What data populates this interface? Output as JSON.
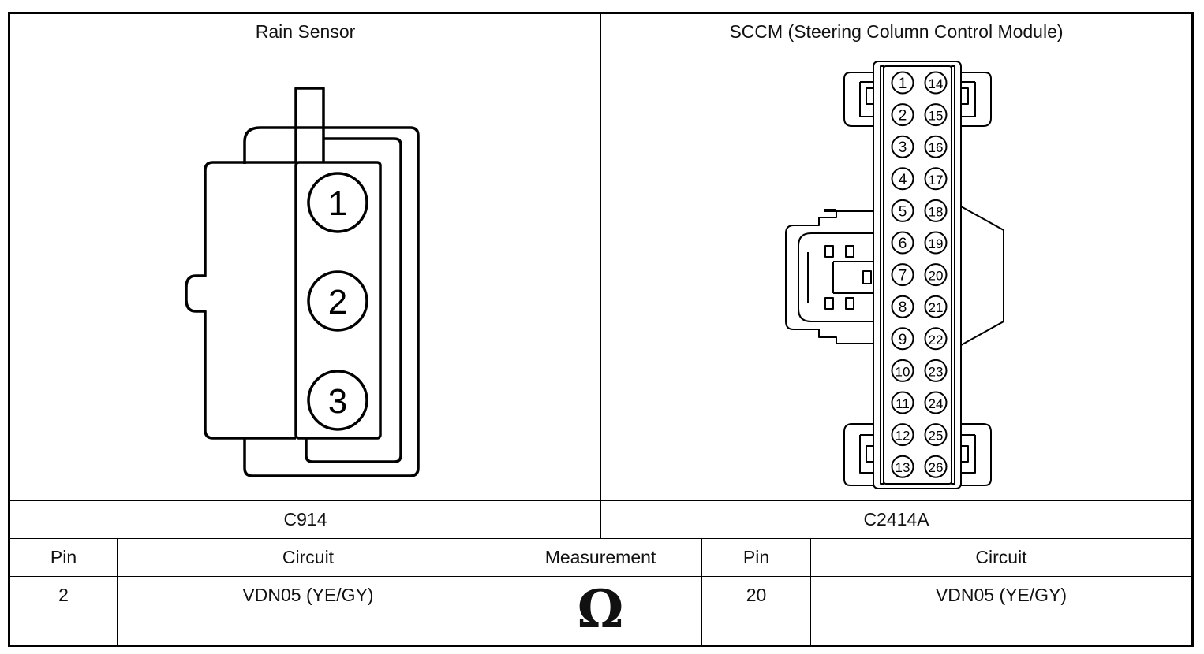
{
  "header": {
    "left_title": "Rain Sensor",
    "right_title": "SCCM (Steering Column Control Module)"
  },
  "connectors": {
    "left": {
      "id": "C914",
      "pins": [
        "1",
        "2",
        "3"
      ]
    },
    "right": {
      "id": "C2414A",
      "pins_left_column": [
        "1",
        "2",
        "3",
        "4",
        "5",
        "6",
        "7",
        "8",
        "9",
        "10",
        "11",
        "12",
        "13"
      ],
      "pins_right_column": [
        "14",
        "15",
        "16",
        "17",
        "18",
        "19",
        "20",
        "21",
        "22",
        "23",
        "24",
        "25",
        "26"
      ]
    }
  },
  "table": {
    "headers": [
      "Pin",
      "Circuit",
      "Measurement",
      "Pin",
      "Circuit"
    ],
    "row": {
      "pin_a": "2",
      "circuit_a": "VDN05 (YE/GY)",
      "measurement": "Ω",
      "pin_b": "20",
      "circuit_b": "VDN05 (YE/GY)"
    }
  }
}
